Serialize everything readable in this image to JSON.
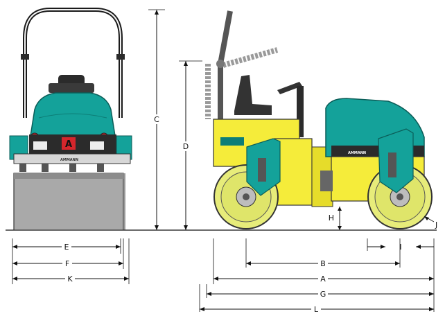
{
  "labels": {
    "C": "C",
    "D": "D",
    "E": "E",
    "F": "F",
    "K": "K",
    "H": "H",
    "J": "J",
    "I": "I",
    "B": "B",
    "A": "A",
    "G": "G",
    "L": "L"
  },
  "branding": {
    "logo_letter": "A",
    "decal_front": "AMMANN",
    "decal_side": "AMMANN"
  },
  "colors": {
    "teal": "#14a29a",
    "teal_dark": "#0d7e77",
    "yellow": "#f5ec3a",
    "drum_yellow": "#e7ec7a",
    "grey": "#a9a9a9",
    "dark": "#2b2b2b",
    "red": "#d4262c"
  }
}
